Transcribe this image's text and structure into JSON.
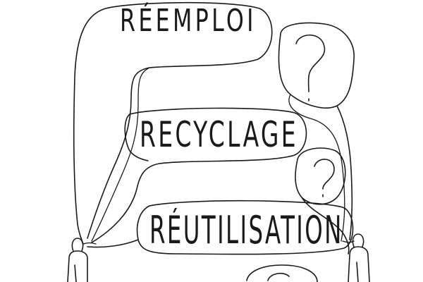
{
  "bubbles": {
    "top_word": "RÉEMPLOI",
    "middle_word": "RECYCLAGE",
    "bottom_word": "RÉUTILISATION"
  },
  "colors": {
    "ink": "#1a1a1a",
    "paper": "#ffffff"
  },
  "icons": [
    "question-mark-icon",
    "question-mark-icon",
    "question-mark-icon",
    "person-figure-icon",
    "person-figure-icon"
  ]
}
